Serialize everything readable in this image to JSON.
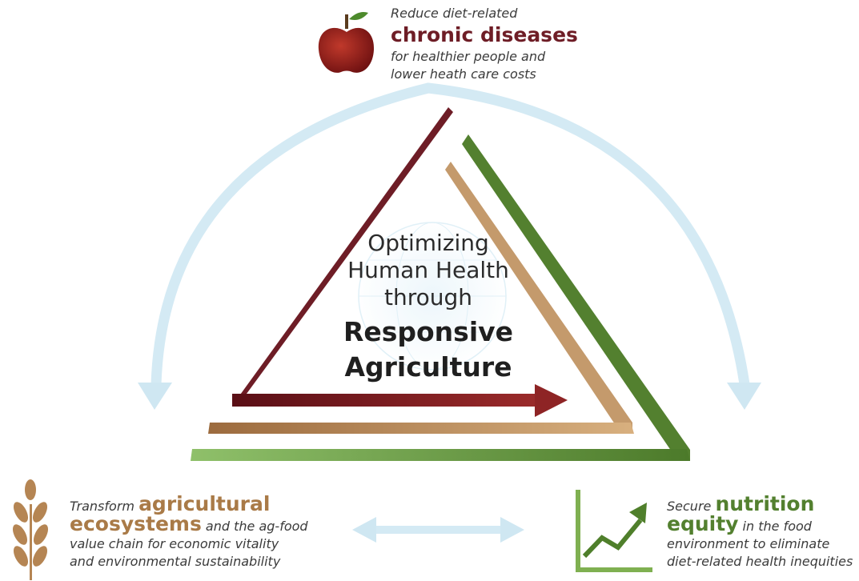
{
  "top_goal": {
    "line1": "Reduce diet-related",
    "emphasis": "chronic diseases",
    "line2": "for healthier people and",
    "line3": "lower heath care costs"
  },
  "center": {
    "line1": "Optimizing",
    "line2": "Human Health",
    "line3": "through",
    "line4": "Responsive",
    "line5": "Agriculture"
  },
  "left_goal": {
    "lead": "Transform ",
    "emphasis1": "agricultural",
    "emphasis2": "ecosystems",
    "tail1": " and the ag-food",
    "line3": "value chain for economic vitality",
    "line4": "and environmental sustainability"
  },
  "right_goal": {
    "lead": "Secure ",
    "emphasis1": "nutrition",
    "emphasis2": "equity",
    "tail1": " in the food",
    "line3": "environment to eliminate",
    "line4": "diet-related health inequities"
  },
  "icons": {
    "top": "apple-icon",
    "left": "wheat-icon",
    "right": "growth-chart-icon"
  },
  "colors": {
    "maroon": "#6e1d26",
    "tan": "#c49a6c",
    "green": "#53802f",
    "light_blue": "#cfe7f2"
  }
}
